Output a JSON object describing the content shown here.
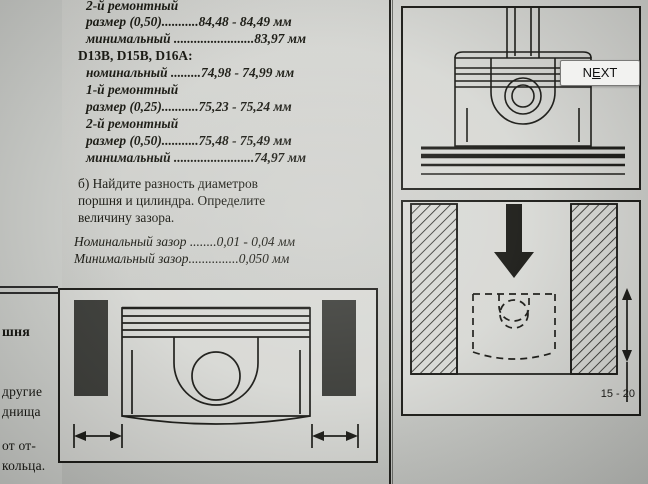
{
  "document": {
    "left_column": {
      "lines": [
        {
          "text": "шня",
          "bold": true
        },
        {
          "text": "другие",
          "bold": false
        },
        {
          "text": "днища",
          "bold": false
        },
        {
          "text": "от от-",
          "bold": false
        },
        {
          "text": "кольца.",
          "bold": false
        }
      ]
    },
    "main_column": {
      "lines": [
        "2-й ремонтный",
        "размер (0,50)...........84,48 - 84,49 мм",
        "минимальный ........................83,97 мм",
        "D13B, D15B, D16A:",
        "номинальный .........74,98 - 74,99 мм",
        "1-й ремонтный",
        "размер (0,25)...........75,23 - 75,24 мм",
        "2-й ремонтный",
        "размер (0,50)...........75,48 - 75,49 мм",
        "минимальный ........................74,97 мм",
        "б) Найдите разность диаметров",
        "поршня и цилиндра. Определите",
        "величину зазора.",
        "Номинальный зазор ........0,01 - 0,04 мм",
        "Минимальный зазор...............0,050 мм"
      ]
    },
    "figures": {
      "upper_right": {
        "name": "piston-cross-section-diagram"
      },
      "lower_right": {
        "name": "piston-insertion-into-cylinder-diagram",
        "label": "15 - 20"
      },
      "bottom_left": {
        "name": "piston-in-cylinder-measurement-diagram"
      }
    }
  },
  "overlay": {
    "next_button": {
      "label_prefix": "N",
      "label_underline": "E",
      "label_suffix": "XT",
      "label": "NEXT"
    }
  },
  "colors": {
    "ink": "#16160f",
    "page": "#d2d4d0",
    "button_face": "#f2f2f0"
  }
}
